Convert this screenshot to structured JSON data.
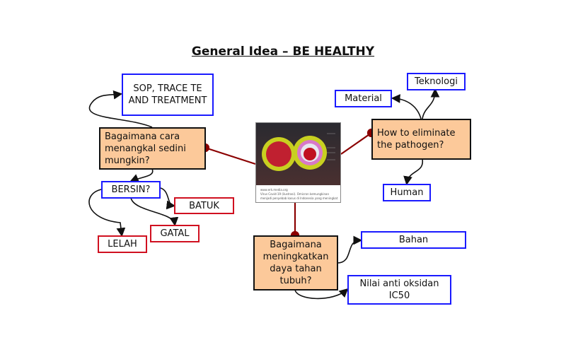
{
  "title": "General Idea – BE HEALTHY",
  "nodes": {
    "sop": "SOP, TRACE TE AND TREATMENT",
    "q1": "Bagaimana cara menangkal sedini mungkin?",
    "bersin": "BERSIN?",
    "batuk": "BATUK",
    "gatal": "GATAL",
    "lelah": "LELAH",
    "q2": "How to  eliminate the pathogen?",
    "material": "Material",
    "teknologi": "Teknologi",
    "human": "Human",
    "q3": "Bagaimana meningkatkan daya tahan tubuh?",
    "bahan": "Bahan",
    "nilai": "Nilai anti oksidan IC50"
  },
  "image": {
    "source": "www.erk.media.org",
    "caption": "Virus Covid-19 (ilustrasi). Omicron kemungkinan menjadi penyebab kasus di Indonesia yang meningkat"
  },
  "colors": {
    "question_fill": "#fcc99a",
    "blue_border": "#1a1aff",
    "red_border": "#d01020",
    "link": "#8b0000"
  }
}
